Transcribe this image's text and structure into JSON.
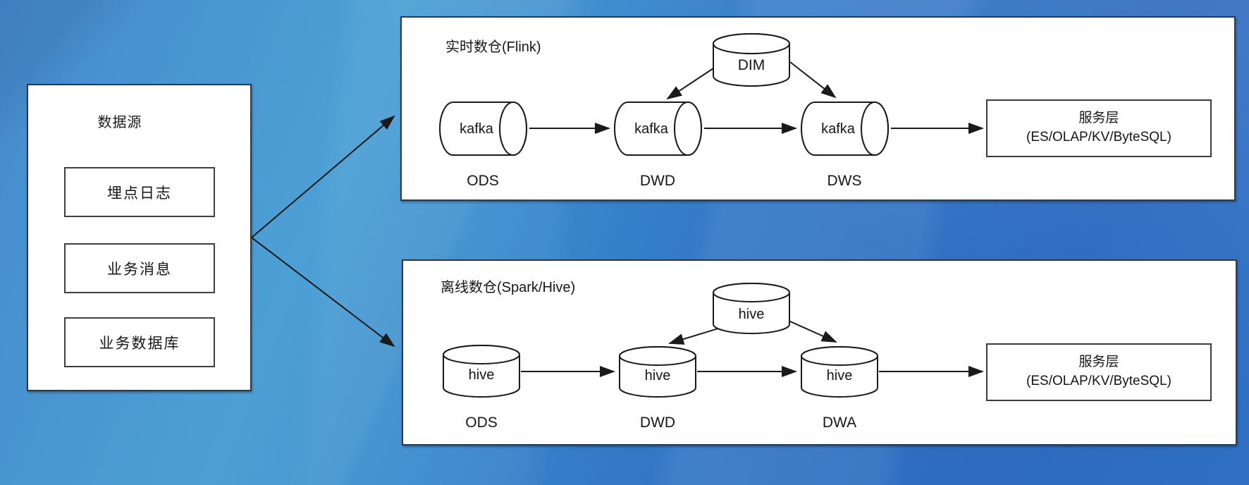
{
  "colors": {
    "background_light": "#439bd3",
    "background_dark": "#2d6ac0",
    "panel_background": "#ffffff",
    "panel_border": "#263a50",
    "shape_stroke": "#1a1a1a",
    "text": "#161616"
  },
  "source_panel": {
    "title": "数据源",
    "items": [
      {
        "label": "埋点日志"
      },
      {
        "label": "业务消息"
      },
      {
        "label": "业务数据库"
      }
    ]
  },
  "realtime": {
    "title": "实时数仓(Flink)",
    "dim_label": "DIM",
    "nodes": [
      {
        "label": "kafka",
        "stage": "ODS"
      },
      {
        "label": "kafka",
        "stage": "DWD"
      },
      {
        "label": "kafka",
        "stage": "DWS"
      }
    ],
    "service_line1": "服务层",
    "service_line2": "(ES/OLAP/KV/ByteSQL)"
  },
  "offline": {
    "title": "离线数仓(Spark/Hive)",
    "dim_label": "hive",
    "nodes": [
      {
        "label": "hive",
        "stage": "ODS"
      },
      {
        "label": "hive",
        "stage": "DWD"
      },
      {
        "label": "hive",
        "stage": "DWA"
      }
    ],
    "service_line1": "服务层",
    "service_line2": "(ES/OLAP/KV/ByteSQL)"
  }
}
